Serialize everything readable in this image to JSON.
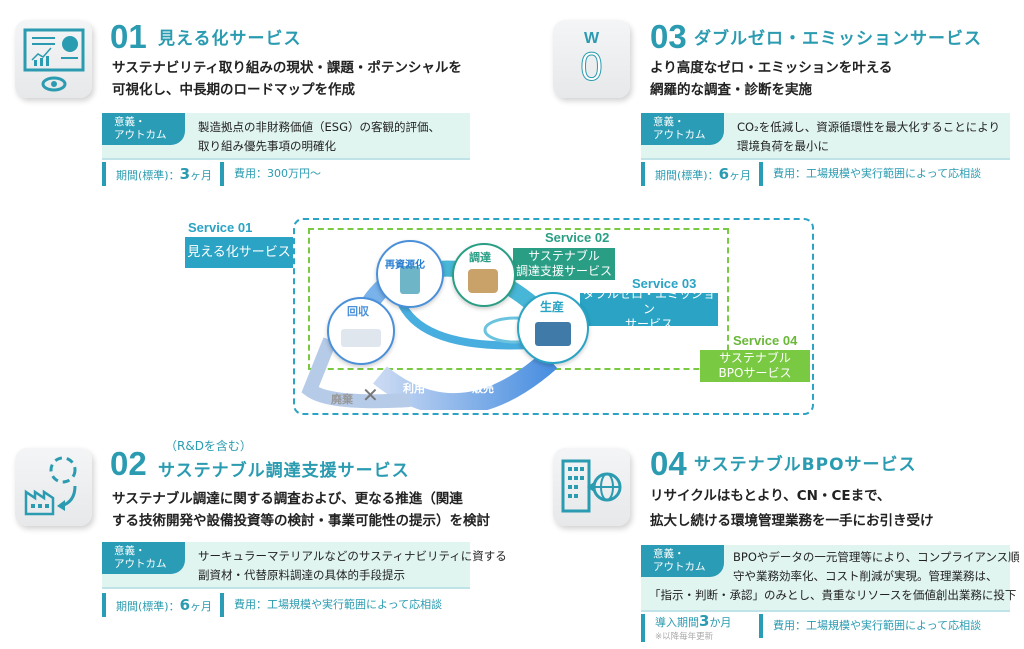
{
  "outcome_label": [
    "意義・",
    "アウトカム"
  ],
  "services": [
    {
      "num": "01",
      "title": "見える化サービス",
      "desc": [
        "サステナビリティ取り組みの現状・課題・ポテンシャルを",
        "可視化し、中長期のロードマップを作成"
      ],
      "outcome": [
        "製造拠点の非財務価値（ESG）の客観的評価、",
        "取り組み優先事項の明確化"
      ],
      "period_label": "期間(標準)：",
      "period_value": "3",
      "period_unit": "ヶ月",
      "cost": "費用：300万円〜",
      "icon": "dashboard-eye-icon"
    },
    {
      "num": "02",
      "subtitle": "（R&Dを含む）",
      "title": "サステナブル調達支援サービス",
      "desc": [
        "サステナブル調達に関する調査および、更なる推進（関連",
        "する技術開発や設備投資等の検討・事業可能性の提示）を検討"
      ],
      "outcome": [
        "サーキュラーマテリアルなどのサスティナビリティに資する",
        "副資材・代替原料調達の具体的手段提示"
      ],
      "period_label": "期間(標準)：",
      "period_value": "6",
      "period_unit": "ヶ月",
      "cost": "費用：工場規模や実行範囲によって応相談",
      "icon": "factory-cycle-icon"
    },
    {
      "num": "03",
      "title": "ダブルゼロ・エミッションサービス",
      "desc": [
        "より高度なゼロ・エミッションを叶える",
        "網羅的な調査・診断を実施"
      ],
      "outcome": [
        "CO₂を低減し、資源循環性を最大化することにより",
        "環境負荷を最小に"
      ],
      "period_label": "期間(標準)：",
      "period_value": "6",
      "period_unit": "ヶ月",
      "cost": "費用：工場規模や実行範囲によって応相談",
      "icon": "double-zero-icon",
      "icon_text": [
        "W",
        "0"
      ]
    },
    {
      "num": "04",
      "title": "サステナブルBPOサービス",
      "desc": [
        "リサイクルはもとより、CN・CEまで、",
        "拡大し続ける環境管理業務を一手にお引き受け"
      ],
      "outcome": [
        "BPOやデータの一元管理等により、コンプライアンス順",
        "守や業務効率化、コスト削減が実現。管理業務は、",
        "「指示・判断・承認」のみとし、貴重なリソースを価値創出業務に投下"
      ],
      "period_label": "導入期間",
      "period_value": "3",
      "period_unit": "か月",
      "period_note": "※以降毎年更新",
      "cost": "費用：工場規模や実行範囲によって応相談",
      "icon": "building-globe-icon"
    }
  ],
  "diagram": {
    "s1": {
      "label": "Service 01",
      "name": "見える化サービス"
    },
    "s2": {
      "label": "Service 02",
      "name": [
        "サステナブル",
        "調達支援サービス"
      ]
    },
    "s3": {
      "label": "Service 03",
      "name": [
        "ダブルゼロ・エミッション",
        "サービス"
      ]
    },
    "s4": {
      "label": "Service 04",
      "name": [
        "サステナブル",
        "BPOサービス"
      ]
    },
    "nodes": {
      "collect": "回収",
      "recycle": "再資源化",
      "procure": "調達",
      "produce": "生産"
    },
    "flow": {
      "sell": "販売",
      "use": "利用",
      "dispose": "廃棄"
    },
    "colors": {
      "teal": "#2aa3c4",
      "green_teal": "#2a9e85",
      "lime": "#7ac943"
    }
  }
}
